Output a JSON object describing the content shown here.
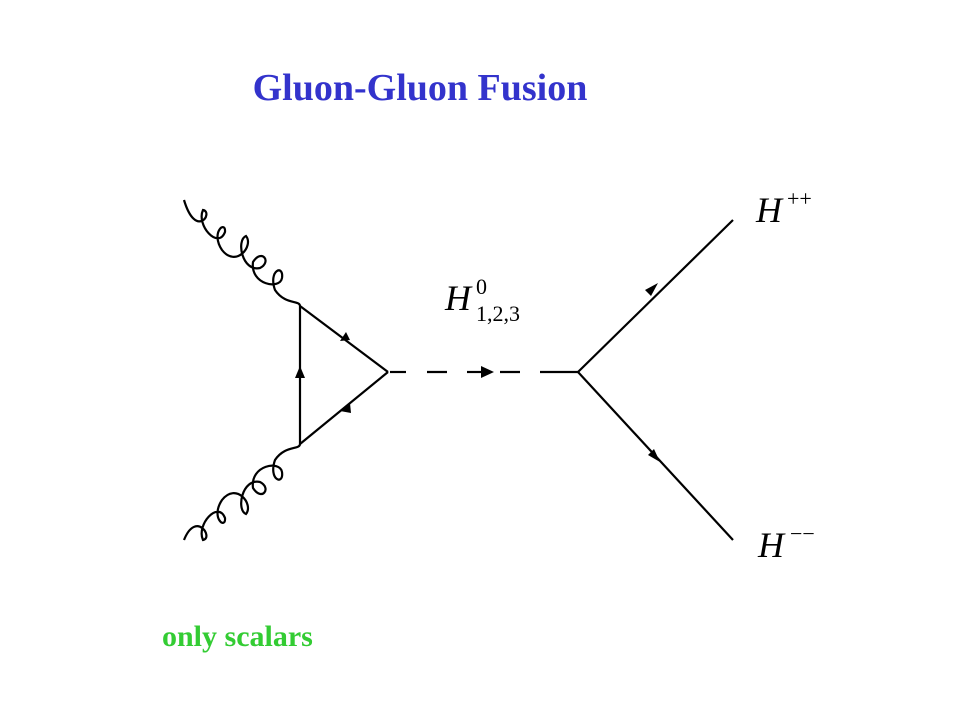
{
  "title": "Gluon-Gluon Fusion",
  "footnote": "only scalars",
  "diagram": {
    "propagator": {
      "symbol": "H",
      "superscript": "0",
      "subscript": "1,2,3"
    },
    "outgoing_top": {
      "symbol": "H",
      "superscript": "++"
    },
    "outgoing_bottom": {
      "symbol": "H",
      "superscript": "−−"
    }
  },
  "colors": {
    "title": "#3333cc",
    "footnote": "#33cc33",
    "lines": "#000000"
  }
}
